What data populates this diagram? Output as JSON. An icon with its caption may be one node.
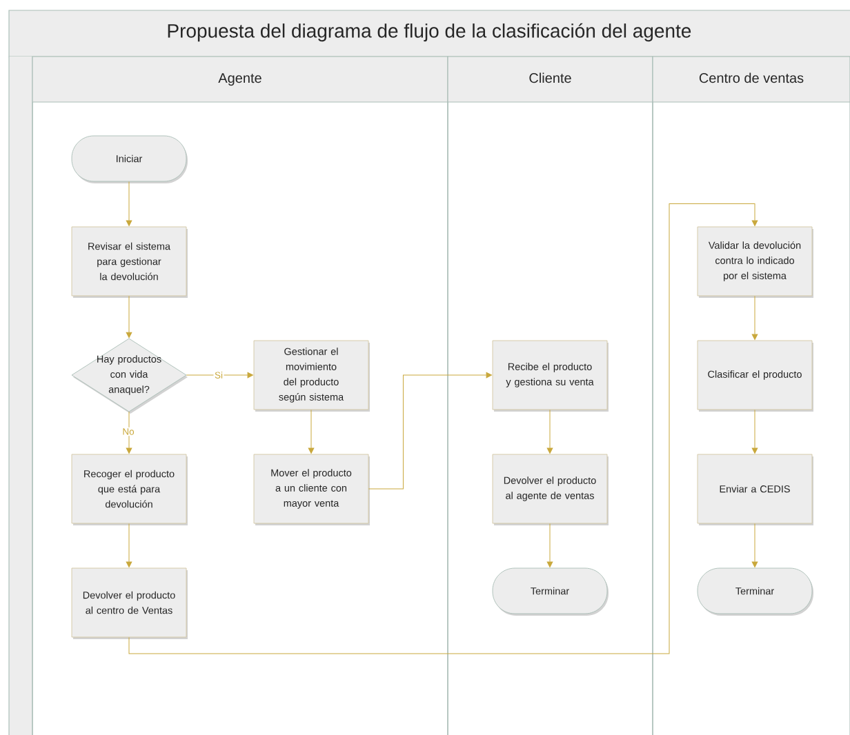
{
  "diagram": {
    "title": "Propuesta del diagrama de flujo de la clasificación del agente",
    "nodes": [
      {
        "text": [
          "Agente"
        ]
      },
      {
        "text": [
          "Cliente"
        ]
      },
      {
        "text": [
          "Centro de ventas"
        ]
      },
      {
        "text": [
          "Iniciar"
        ],
        "in": 0
      },
      {
        "text": [
          "Revisar el sistema para gestionar la devolución"
        ],
        "in": 0
      },
      {
        "text": [
          "Hay productos con vida anaquel?"
        ],
        "in": 0
      },
      {
        "text": [
          "Gestionar el movimiento del producto según sistema"
        ],
        "in": 0
      },
      {
        "text": [
          "Recoger el producto que está para devolución"
        ],
        "in": 0
      },
      {
        "text": [
          "Mover el producto a un cliente con mayor venta"
        ],
        "in": 0
      },
      {
        "text": [
          "Devolver el producto al centro de Ventas"
        ],
        "in": 0
      },
      {
        "text": [
          "Recibe el producto y gestiona su venta"
        ],
        "in": 1
      },
      {
        "text": [
          "Devolver el producto al agente de ventas"
        ],
        "in": 1
      },
      {
        "text": [
          "Terminar"
        ],
        "in": 1
      },
      {
        "text": [
          "Validar la devolución contra lo indicado por el sistema"
        ],
        "in": 2
      },
      {
        "text": [
          "Clasificar el producto"
        ],
        "in": 2
      },
      {
        "text": [
          "Enviar a CEDIS"
        ],
        "in": 2
      },
      {
        "text": [
          "Terminar"
        ],
        "in": 2
      }
    ],
    "edges": [
      {
        "from": 3,
        "to": 4,
        "arrow": "to"
      },
      {
        "from": 4,
        "to": 5,
        "arrow": "to"
      },
      {
        "from": 5,
        "to": 6,
        "arrow": "to",
        "label": "Si"
      },
      {
        "from": 5,
        "to": 7,
        "arrow": "to",
        "label": "No"
      },
      {
        "from": 6,
        "to": 8,
        "arrow": "to"
      },
      {
        "from": 8,
        "to": 10,
        "arrow": "to"
      },
      {
        "from": 7,
        "to": 9,
        "arrow": "to"
      },
      {
        "from": 9,
        "to": 13,
        "arrow": "to"
      },
      {
        "from": 10,
        "to": 11,
        "arrow": "to"
      },
      {
        "from": 11,
        "to": 12,
        "arrow": "to"
      },
      {
        "from": 13,
        "to": 14,
        "arrow": "to"
      },
      {
        "from": 14,
        "to": 15,
        "arrow": "to"
      },
      {
        "from": 15,
        "to": 16,
        "arrow": "to"
      }
    ]
  }
}
